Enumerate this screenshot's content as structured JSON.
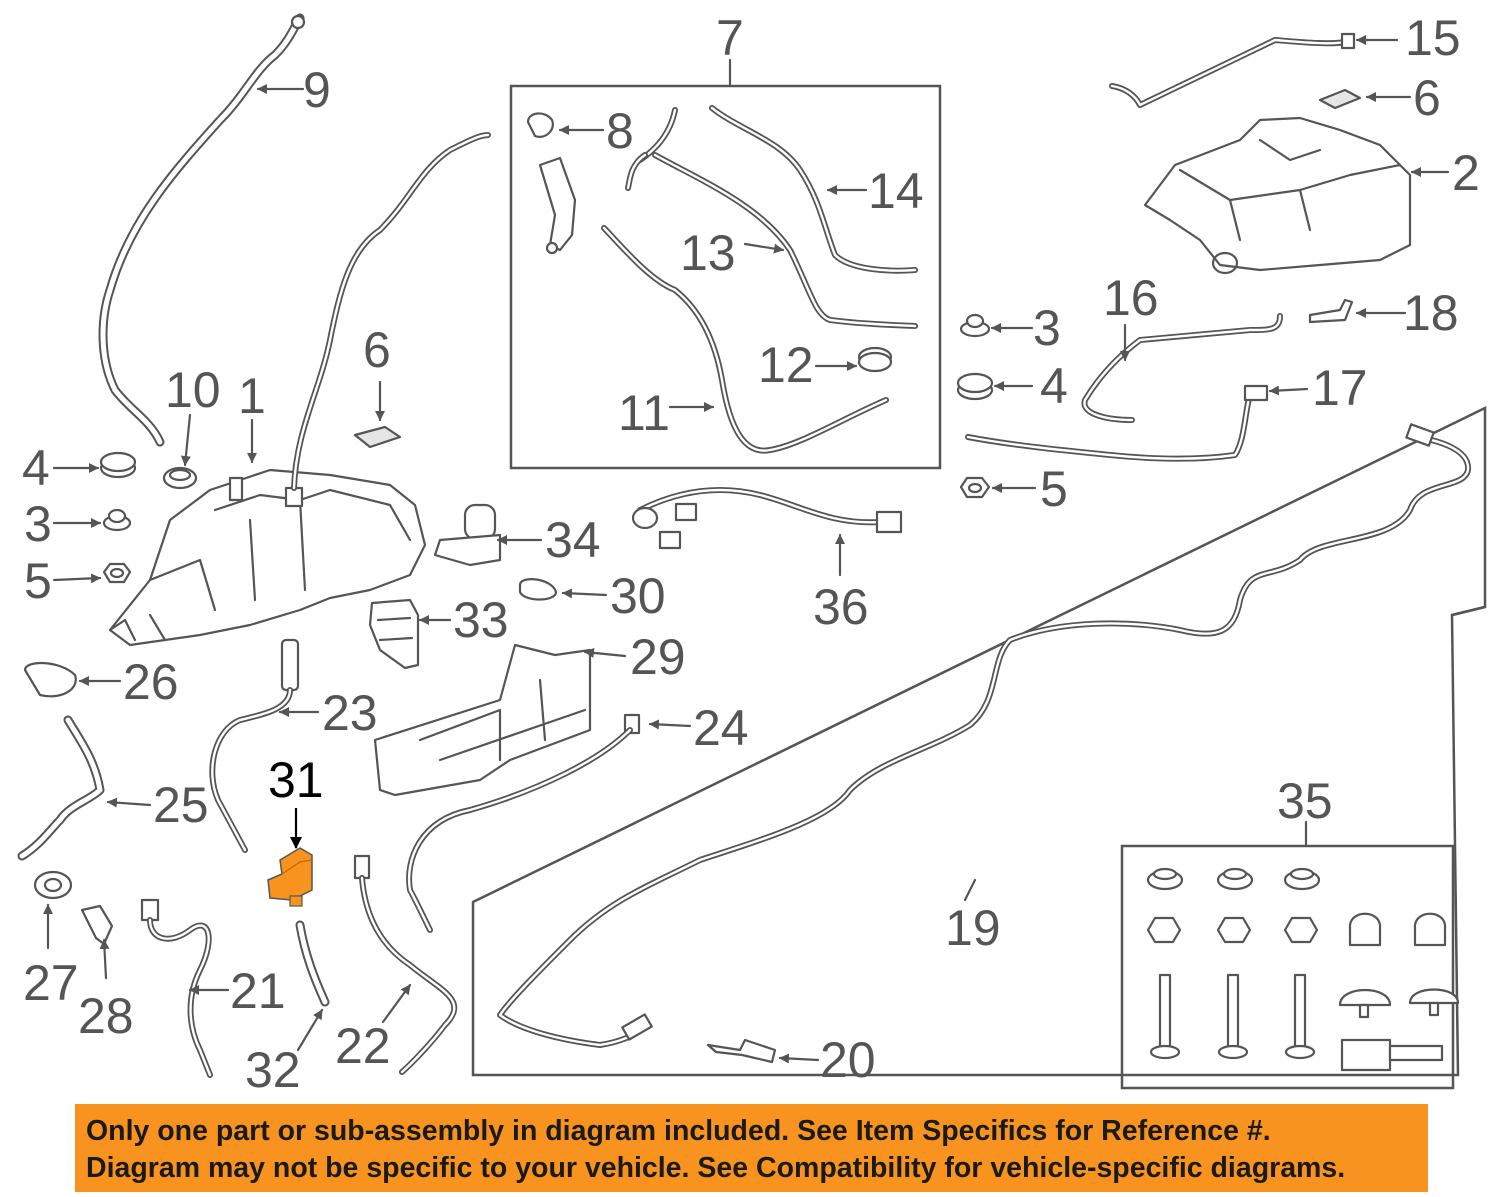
{
  "diagram": {
    "highlighted_part": "31",
    "highlight_color": "#f7931e",
    "callouts": {
      "n1": "1",
      "n2": "2",
      "n3a": "3",
      "n3b": "3",
      "n4a": "4",
      "n4b": "4",
      "n5a": "5",
      "n5b": "5",
      "n6a": "6",
      "n6b": "6",
      "n7": "7",
      "n8": "8",
      "n9": "9",
      "n10": "10",
      "n11": "11",
      "n12": "12",
      "n13": "13",
      "n14": "14",
      "n15": "15",
      "n16": "16",
      "n17": "17",
      "n18": "18",
      "n19": "19",
      "n20": "20",
      "n21": "21",
      "n22": "22",
      "n23": "23",
      "n24": "24",
      "n25": "25",
      "n26": "26",
      "n27": "27",
      "n28": "28",
      "n29": "29",
      "n30": "30",
      "n31": "31",
      "n32": "32",
      "n33": "33",
      "n34": "34",
      "n35": "35",
      "n36": "36"
    }
  },
  "banner": {
    "line1": "Only one part or sub-assembly in diagram included. See Item Specifics for Reference #.",
    "line2": "Diagram may not be specific to your vehicle. See Compatibility for vehicle-specific diagrams.",
    "background": "#f7931e"
  }
}
